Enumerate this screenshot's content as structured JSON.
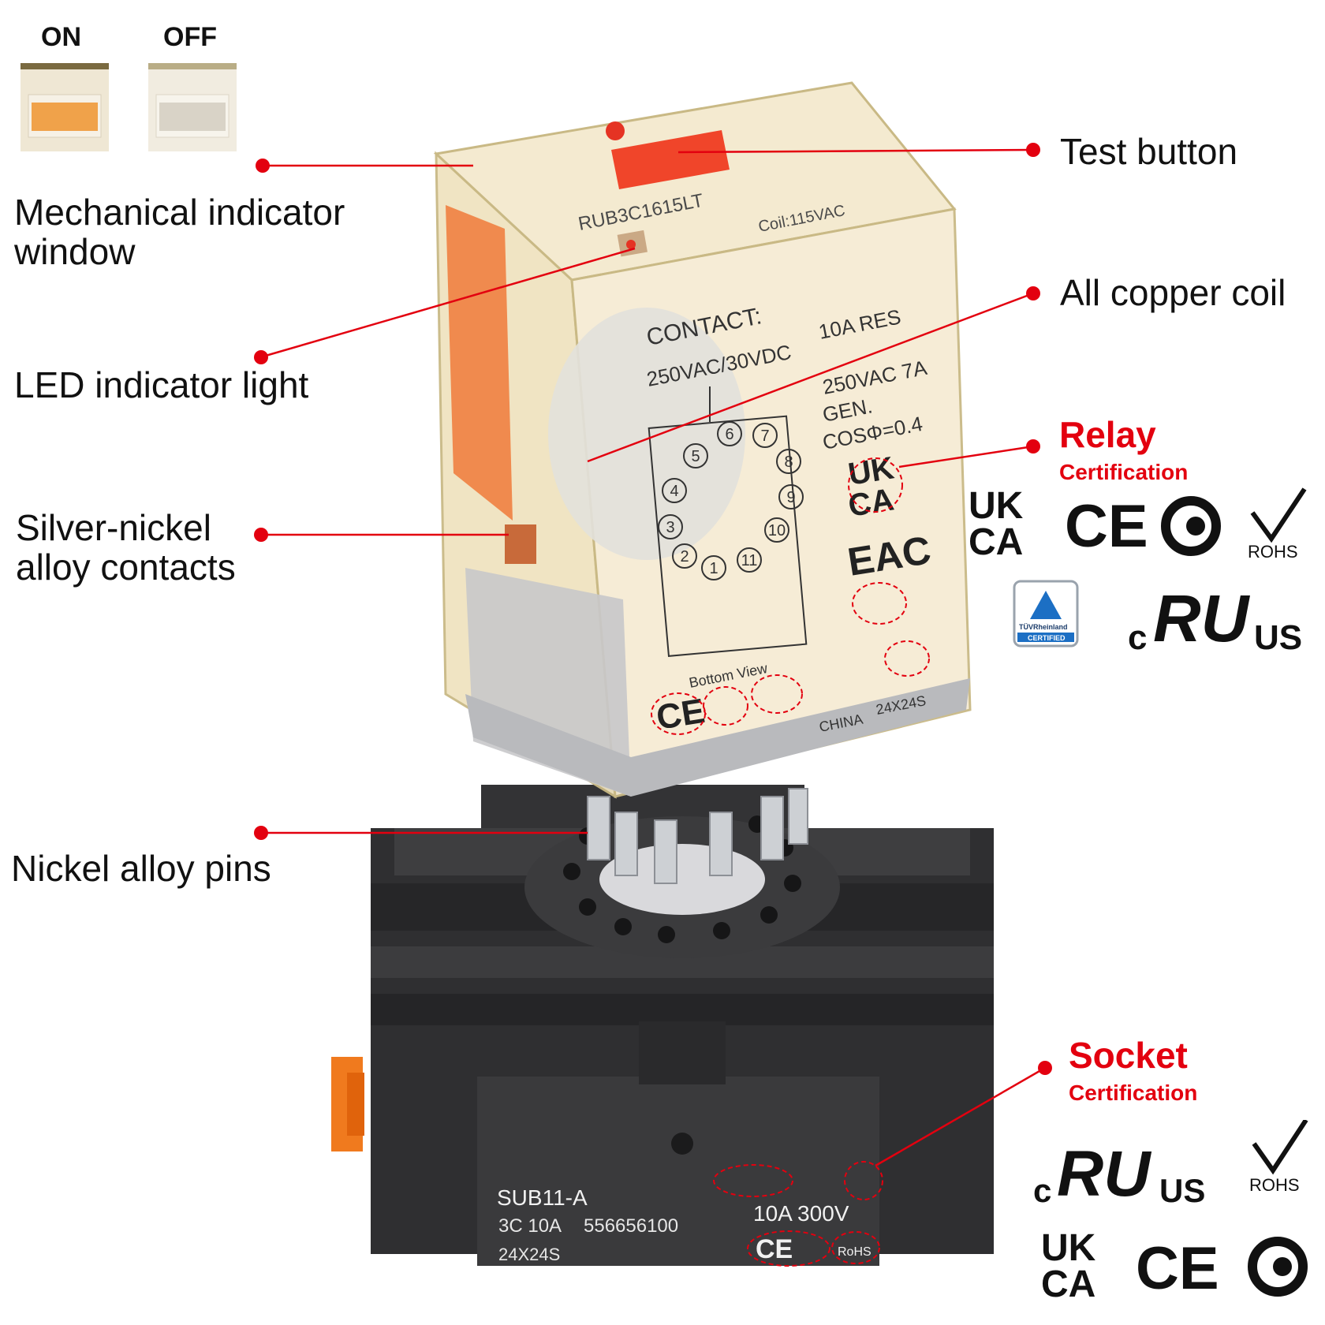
{
  "indicator": {
    "on_label": "ON",
    "off_label": "OFF"
  },
  "callouts": {
    "mechanical_window": [
      "Mechanical indicator",
      "window"
    ],
    "led_light": "LED indicator light",
    "contacts": [
      "Silver-nickel",
      "alloy contacts"
    ],
    "pins": "Nickel alloy pins",
    "test_button": "Test button",
    "coil": "All copper coil"
  },
  "relay_cert": {
    "title": "Relay",
    "subtitle": "Certification",
    "marks": [
      "UK",
      "CA",
      "CE",
      "ROHS",
      "TÜVRheinland",
      "CERTIFIED",
      "c",
      "US"
    ]
  },
  "socket_cert": {
    "title": "Socket",
    "subtitle": "Certification",
    "marks": [
      "c",
      "US",
      "ROHS",
      "UK",
      "CA",
      "CE"
    ]
  },
  "relay_print": {
    "model": "RUB3C1615LT",
    "coil": "Coil:115VAC",
    "contact": "CONTACT:",
    "rating1": "250VAC/30VDC",
    "rating2": "10A RES",
    "rating3": "250VAC 7A",
    "rating4": "GEN.",
    "rating5": "COSΦ=0.4",
    "bottom_view": "Bottom View",
    "china": "CHINA",
    "size": "24X24S",
    "pins": [
      "1",
      "2",
      "3",
      "4",
      "5",
      "6",
      "7",
      "8",
      "9",
      "10",
      "11"
    ]
  },
  "socket_print": {
    "model": "SUB11-A",
    "spec": "3C 10A",
    "code": "556656100",
    "size": "24X24S",
    "rating": "10A 300V",
    "rohs": "RoHS"
  },
  "colors": {
    "accent": "#e3000f",
    "socket": "#3a3a3c",
    "relay_body": "#f2e6c6",
    "test_button": "#f0452a"
  }
}
